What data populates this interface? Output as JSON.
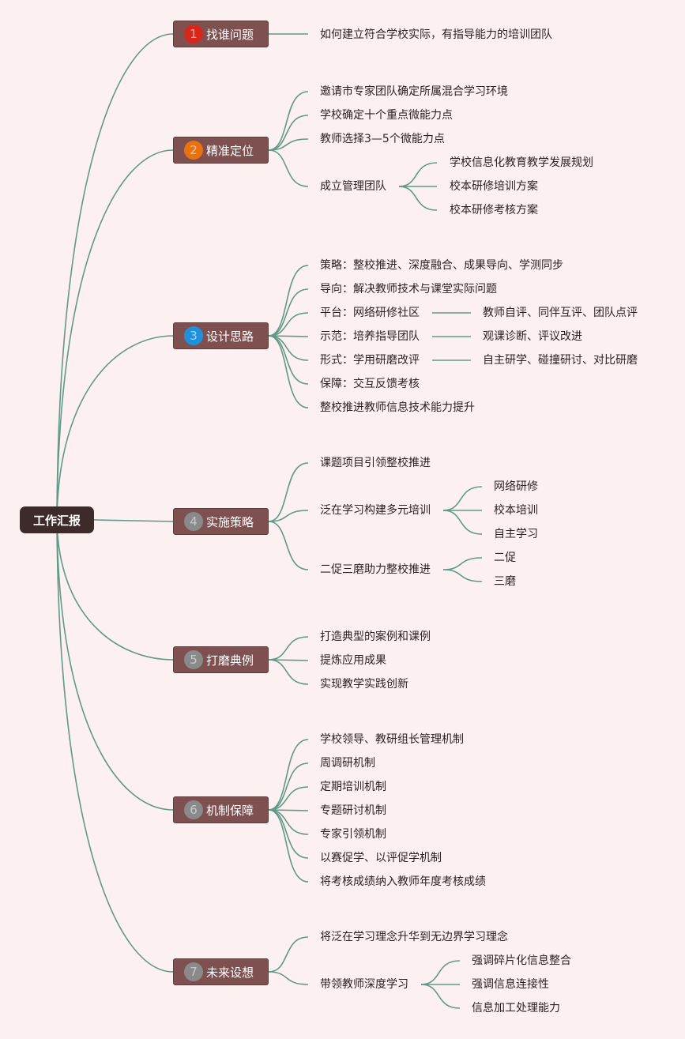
{
  "colors": {
    "background": "#fdf0f0",
    "root_fill": "#3d2b2b",
    "branch_fill": "#7e5050",
    "line": "#5f9a88",
    "text": "#2b1f1f"
  },
  "root": {
    "label": "工作汇报"
  },
  "branches": [
    {
      "label": "找谁问题",
      "marker": "1",
      "marker_color": "#d7261a",
      "marker_text_color": "#f0a8a8"
    },
    {
      "label": "精准定位",
      "marker": "2",
      "marker_color": "#e8720f",
      "marker_text_color": "#f6c197"
    },
    {
      "label": "设计思路",
      "marker": "3",
      "marker_color": "#1e90dc",
      "marker_text_color": "#a6d2f2"
    },
    {
      "label": "实施策略",
      "marker": "4",
      "marker_color": "#8a8a8a",
      "marker_text_color": "#c8c8c8"
    },
    {
      "label": "打磨典例",
      "marker": "5",
      "marker_color": "#8a8a8a",
      "marker_text_color": "#c8c8c8"
    },
    {
      "label": "机制保障",
      "marker": "6",
      "marker_color": "#8a8a8a",
      "marker_text_color": "#c8c8c8"
    },
    {
      "label": "未来设想",
      "marker": "7",
      "marker_color": "#8a8a8a",
      "marker_text_color": "#c8c8c8"
    }
  ],
  "leaves": {
    "b1": [
      "如何建立符合学校实际，有指导能力的培训团队"
    ],
    "b2": [
      "邀请市专家团队确定所属混合学习环境",
      "学校确定十个重点微能力点",
      "教师选择3—5个微能力点",
      "成立管理团队"
    ],
    "b2_team": [
      "学校信息化教育教学发展规划",
      "校本研修培训方案",
      "校本研修考核方案"
    ],
    "b3": [
      "策略：整校推进、深度融合、成果导向、学测同步",
      "导向：解决教师技术与课堂实际问题",
      "平台：网络研修社区",
      "示范：培养指导团队",
      "形式：学用研磨改评",
      "保障：交互反馈考核",
      "整校推进教师信息技术能力提升"
    ],
    "b3_details": [
      "教师自评、同伴互评、团队点评",
      "观课诊断、评议改进",
      "自主研学、碰撞研讨、对比研磨"
    ],
    "b4": [
      "课题项目引领整校推进",
      "泛在学习构建多元培训",
      "二促三磨助力整校推进"
    ],
    "b4_training": [
      "网络研修",
      "校本培训",
      "自主学习"
    ],
    "b4_promote": [
      "二促",
      "三磨"
    ],
    "b5": [
      "打造典型的案例和课例",
      "提炼应用成果",
      "实现教学实践创新"
    ],
    "b6": [
      "学校领导、教研组长管理机制",
      "周调研机制",
      "定期培训机制",
      "专题研讨机制",
      "专家引领机制",
      "以赛促学、以评促学机制",
      "将考核成绩纳入教师年度考核成绩"
    ],
    "b7": [
      "将泛在学习理念升华到无边界学习理念",
      "带领教师深度学习"
    ],
    "b7_deep": [
      "强调碎片化信息整合",
      "强调信息连接性",
      "信息加工处理能力"
    ]
  }
}
